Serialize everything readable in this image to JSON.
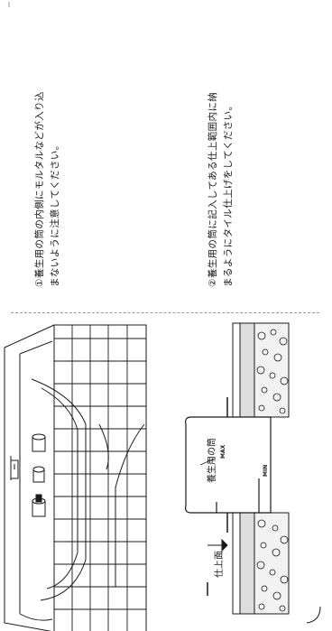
{
  "notes": [
    {
      "lines": [
        "①養生用の筒の内側にモルタルなどが入り込",
        "まないように注意してください。"
      ]
    },
    {
      "lines": [
        "②養生用の筒に記入してある仕上範囲内に納",
        "まるようにタイル仕上げをしてください。"
      ]
    }
  ],
  "diagram": {
    "sleeve_label": "養生用の筒",
    "finish_label": "仕上面",
    "max_label": "MAX",
    "min_label": "MIN"
  }
}
